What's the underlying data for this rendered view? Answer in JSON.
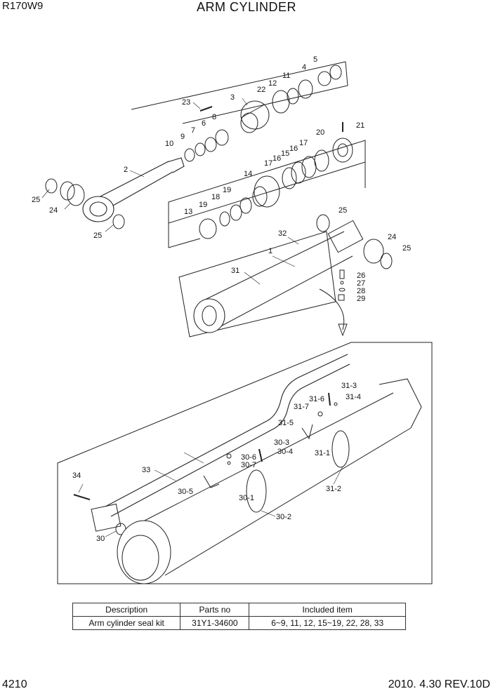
{
  "header": {
    "model": "R170W9",
    "title": "ARM CYLINDER"
  },
  "footer": {
    "page": "4210",
    "revision": "2010. 4.30  REV.10D"
  },
  "callouts": [
    "1",
    "2",
    "3",
    "4",
    "5",
    "7",
    "8",
    "9",
    "10",
    "11",
    "12",
    "13",
    "14",
    "15",
    "16",
    "17",
    "18",
    "19",
    "20",
    "21",
    "22",
    "23",
    "24",
    "25",
    "26",
    "27",
    "28",
    "29",
    "30",
    "31",
    "32",
    "33",
    "34",
    "6",
    "31-1",
    "31-2",
    "31-3",
    "31-4",
    "31-5",
    "31-6",
    "31-7",
    "30-1",
    "30-2",
    "30-3",
    "30-4",
    "30-5",
    "30-6",
    "30-7"
  ],
  "kit_table": {
    "headers": [
      "Description",
      "Parts no",
      "Included item"
    ],
    "row": [
      "Arm cylinder seal kit",
      "31Y1-34600",
      "6~9, 11, 12, 15~19, 22, 28, 33"
    ]
  }
}
